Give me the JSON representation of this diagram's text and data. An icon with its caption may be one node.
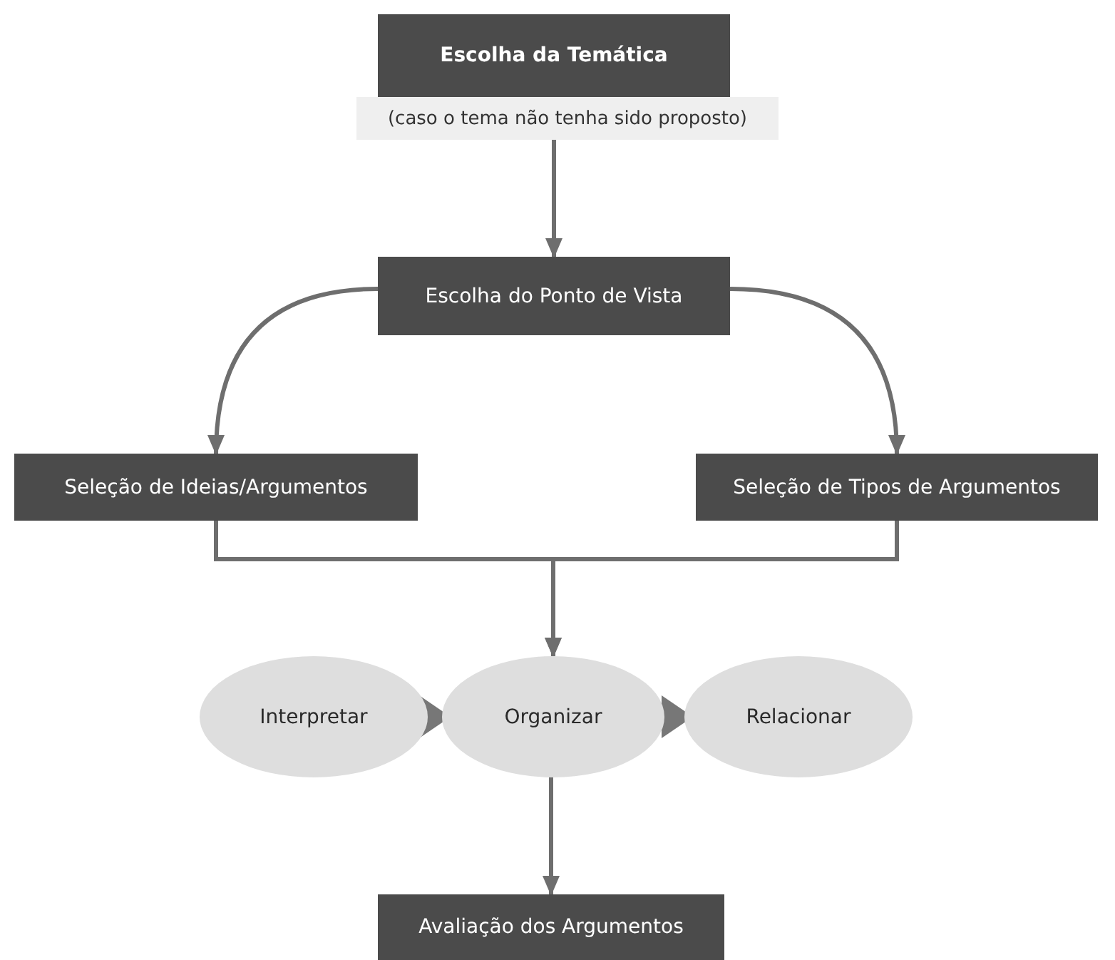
{
  "diagram": {
    "nodes": [
      {
        "text": [
          "Escolha da Temática"
        ]
      },
      {
        "text": [
          "(caso o tema não tenha sido proposto)"
        ]
      },
      {
        "text": [
          "Escolha do Ponto de Vista"
        ]
      },
      {
        "text": [
          "Seleção de Ideias/Argumentos"
        ]
      },
      {
        "text": [
          "Seleção de Tipos de Argumentos"
        ]
      },
      {
        "text": [
          "Interpretar"
        ]
      },
      {
        "text": [
          "Organizar"
        ]
      },
      {
        "text": [
          "Relacionar"
        ]
      },
      {
        "text": [
          "Avaliação dos Argumentos"
        ]
      }
    ],
    "edges": [
      {
        "from": 1,
        "to": 2,
        "arrow": "to"
      },
      {
        "from": 2,
        "to": 3,
        "arrow": "to"
      },
      {
        "from": 2,
        "to": 4,
        "arrow": "to"
      },
      {
        "from": 3,
        "to": 6,
        "arrow": "to"
      },
      {
        "from": 4,
        "to": 6,
        "arrow": "to"
      },
      {
        "from": 5,
        "to": 6,
        "arrow": "to"
      },
      {
        "from": 6,
        "to": 7,
        "arrow": "to"
      },
      {
        "from": 6,
        "to": 8,
        "arrow": "to"
      }
    ]
  }
}
